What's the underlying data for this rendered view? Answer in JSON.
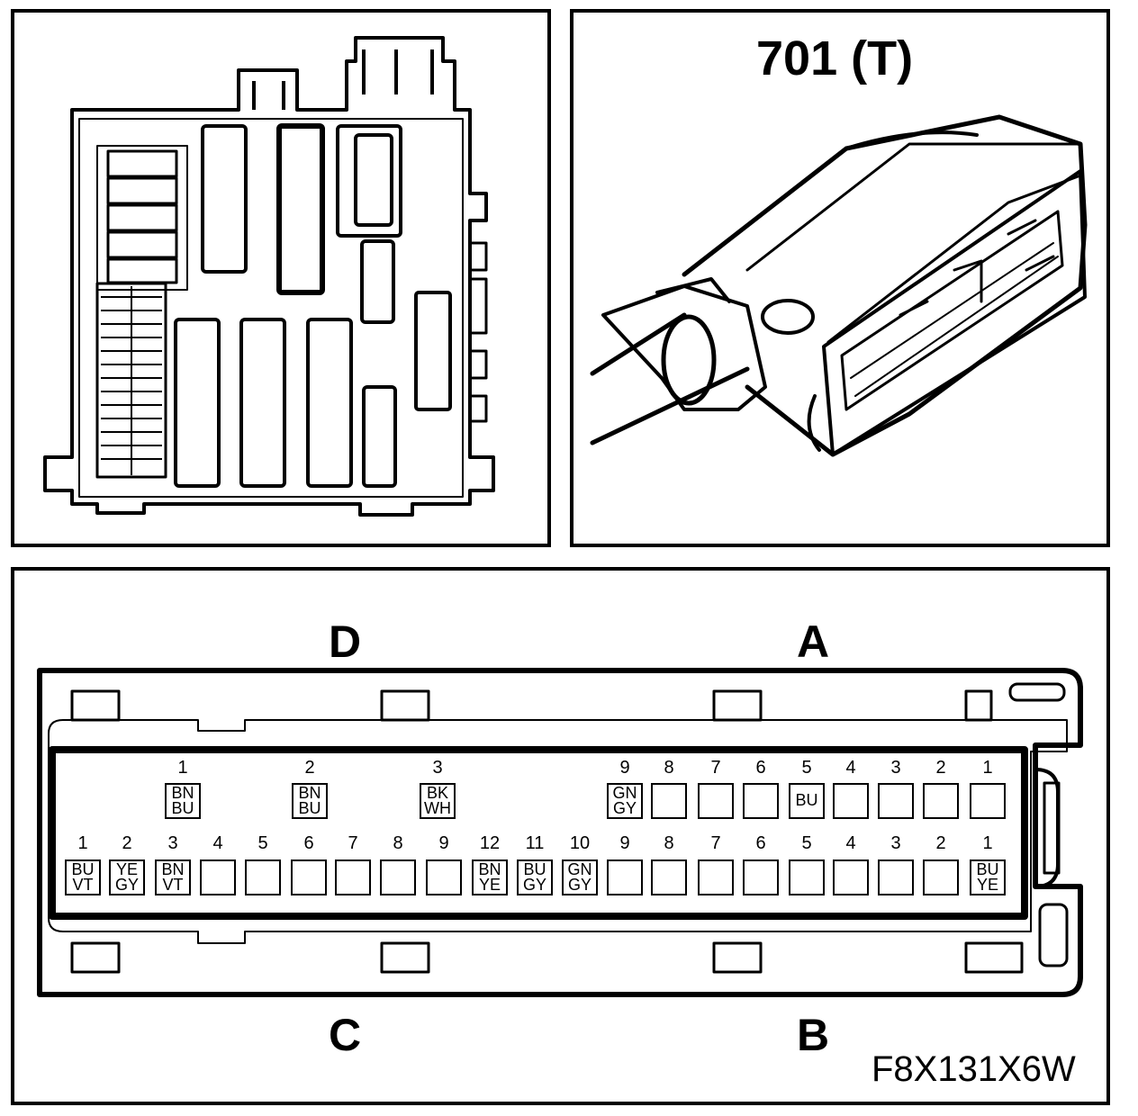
{
  "connector": {
    "title": "701 (T)",
    "diagram_code": "F8X131X6W",
    "section_labels": {
      "D": "D",
      "A": "A",
      "C": "C",
      "B": "B"
    },
    "top_row": [
      {
        "section": "D",
        "pin": "1",
        "wire": "BN\nBU"
      },
      {
        "section": "D",
        "pin": "2",
        "wire": "BN\nBU"
      },
      {
        "section": "D",
        "pin": "3",
        "wire": "BK\nWH"
      },
      {
        "section": "A",
        "pin": "9",
        "wire": "GN\nGY"
      },
      {
        "section": "A",
        "pin": "8",
        "wire": ""
      },
      {
        "section": "A",
        "pin": "7",
        "wire": ""
      },
      {
        "section": "A",
        "pin": "6",
        "wire": ""
      },
      {
        "section": "A",
        "pin": "5",
        "wire": "BU"
      },
      {
        "section": "A",
        "pin": "4",
        "wire": ""
      },
      {
        "section": "A",
        "pin": "3",
        "wire": ""
      },
      {
        "section": "A",
        "pin": "2",
        "wire": ""
      },
      {
        "section": "A",
        "pin": "1",
        "wire": ""
      }
    ],
    "bottom_row": [
      {
        "section": "C",
        "pin": "1",
        "wire": "BU\nVT"
      },
      {
        "section": "C",
        "pin": "2",
        "wire": "YE\nGY"
      },
      {
        "section": "C",
        "pin": "3",
        "wire": "BN\nVT"
      },
      {
        "section": "C",
        "pin": "4",
        "wire": ""
      },
      {
        "section": "C",
        "pin": "5",
        "wire": ""
      },
      {
        "section": "C",
        "pin": "6",
        "wire": ""
      },
      {
        "section": "C",
        "pin": "7",
        "wire": ""
      },
      {
        "section": "C",
        "pin": "8",
        "wire": ""
      },
      {
        "section": "C",
        "pin": "9",
        "wire": ""
      },
      {
        "section": "B",
        "pin": "12",
        "wire": "BN\nYE"
      },
      {
        "section": "B",
        "pin": "11",
        "wire": "BU\nGY"
      },
      {
        "section": "B",
        "pin": "10",
        "wire": "GN\nGY"
      },
      {
        "section": "B",
        "pin": "9",
        "wire": ""
      },
      {
        "section": "B",
        "pin": "8",
        "wire": ""
      },
      {
        "section": "B",
        "pin": "7",
        "wire": ""
      },
      {
        "section": "B",
        "pin": "6",
        "wire": ""
      },
      {
        "section": "B",
        "pin": "5",
        "wire": ""
      },
      {
        "section": "B",
        "pin": "4",
        "wire": ""
      },
      {
        "section": "B",
        "pin": "3",
        "wire": ""
      },
      {
        "section": "B",
        "pin": "2",
        "wire": ""
      },
      {
        "section": "B",
        "pin": "1",
        "wire": "BU\nYE"
      }
    ]
  }
}
